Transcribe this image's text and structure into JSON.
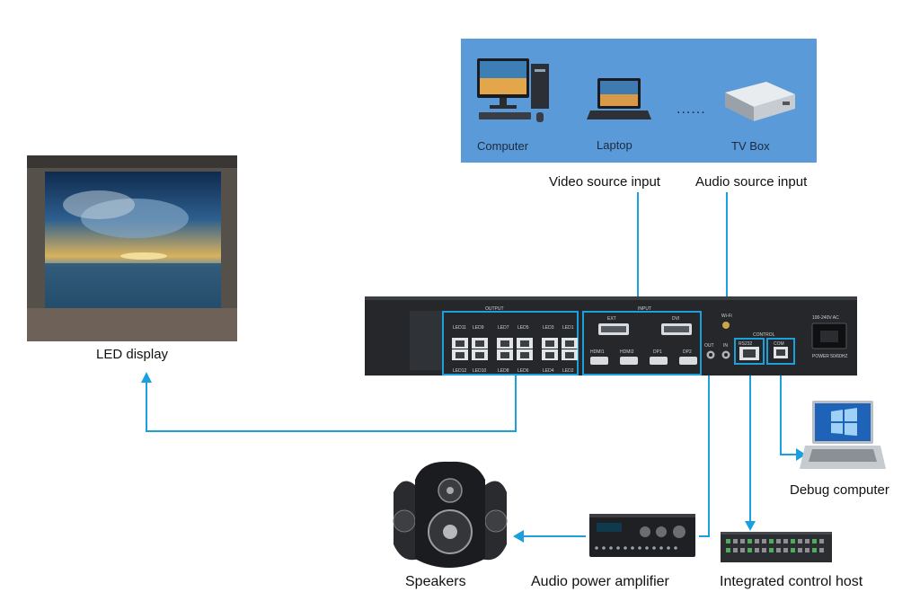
{
  "sources": {
    "computer_label": "Computer",
    "laptop_label": "Laptop",
    "ellipsis": "......",
    "tvbox_label": "TV Box"
  },
  "inputs": {
    "video_label": "Video source input",
    "audio_label": "Audio source input"
  },
  "led_display_label": "LED display",
  "debug_computer_label": "Debug computer",
  "speakers_label": "Speakers",
  "amplifier_label": "Audio power amplifier",
  "control_host_label": "Integrated control host",
  "controller": {
    "output_label": "OUTPUT",
    "input_label": "INPUT",
    "ext_label": "EXT",
    "dvi_label": "DVI",
    "hdmi1_label": "HDMI1",
    "hdmi2_label": "HDMI2",
    "dp1_label": "DP1",
    "dp2_label": "DP2",
    "wifi_label": "Wi-Fi",
    "out_label": "OUT",
    "in_label": "IN",
    "control_label": "CONTROL",
    "rs232_label": "RS232",
    "com_label": "COM",
    "power_ac_label": "100-240V AC",
    "power_label": "POWER 50/60HZ",
    "top_ports": [
      "LED11",
      "LED9",
      "LED7",
      "LED5",
      "LED3",
      "LED1"
    ],
    "bottom_ports": [
      "LED12",
      "LED10",
      "LED8",
      "LED6",
      "LED4",
      "LED2"
    ]
  },
  "colors": {
    "wire": "#1ba0dc",
    "source_bg": "#5a9ad8",
    "device_body": "#25272b"
  }
}
